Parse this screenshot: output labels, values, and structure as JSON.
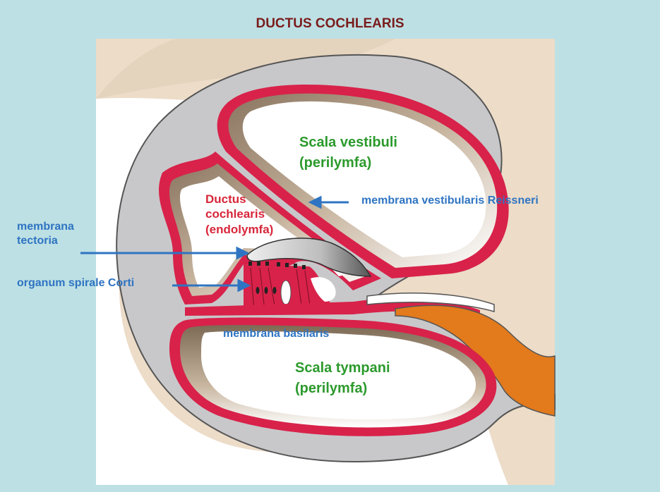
{
  "title": "DUCTUS COCHLEARIS",
  "labels": {
    "scala_vestibuli": "Scala vestibuli",
    "scala_vestibuli_sub": "(perilymfa)",
    "ductus_line1": "Ductus",
    "ductus_line2": "cochlearis",
    "ductus_line3": "(endolymfa)",
    "membrana_vestibularis": "membrana vestibularis Reissneri",
    "membrana_tectoria_1": "membrana",
    "membrana_tectoria_2": "tectoria",
    "organum": "organum spirale Corti",
    "membrana_basilaris": "membrana basilaris",
    "scala_tympani": "Scala tympani",
    "scala_tympani_sub": "(perilymfa)"
  },
  "colors": {
    "background": "#bde0e4",
    "panel": "#ffffff",
    "tissue": "#ecdcc8",
    "bone": "#c8c8ca",
    "membrane": "#d8224a",
    "nerve": "#e37a1c",
    "arrow": "#2e74c2",
    "title": "#7a1c1c",
    "perilymph_label": "#2c9a2c",
    "endolymph_label": "#d8263a"
  }
}
